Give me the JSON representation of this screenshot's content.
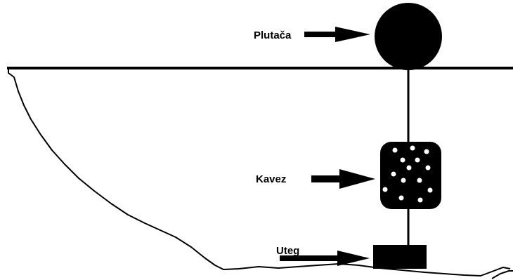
{
  "labels": {
    "buoy": "Plutača",
    "cage": "Kavez",
    "weight": "Uteg"
  },
  "colors": {
    "ink": "#000000",
    "background": "#ffffff",
    "dots": "#ffffff"
  },
  "icons": {
    "buoy": "black-circle",
    "cage": "rounded-square-with-dots",
    "weight": "black-rectangle",
    "pointer": "right-arrow"
  }
}
